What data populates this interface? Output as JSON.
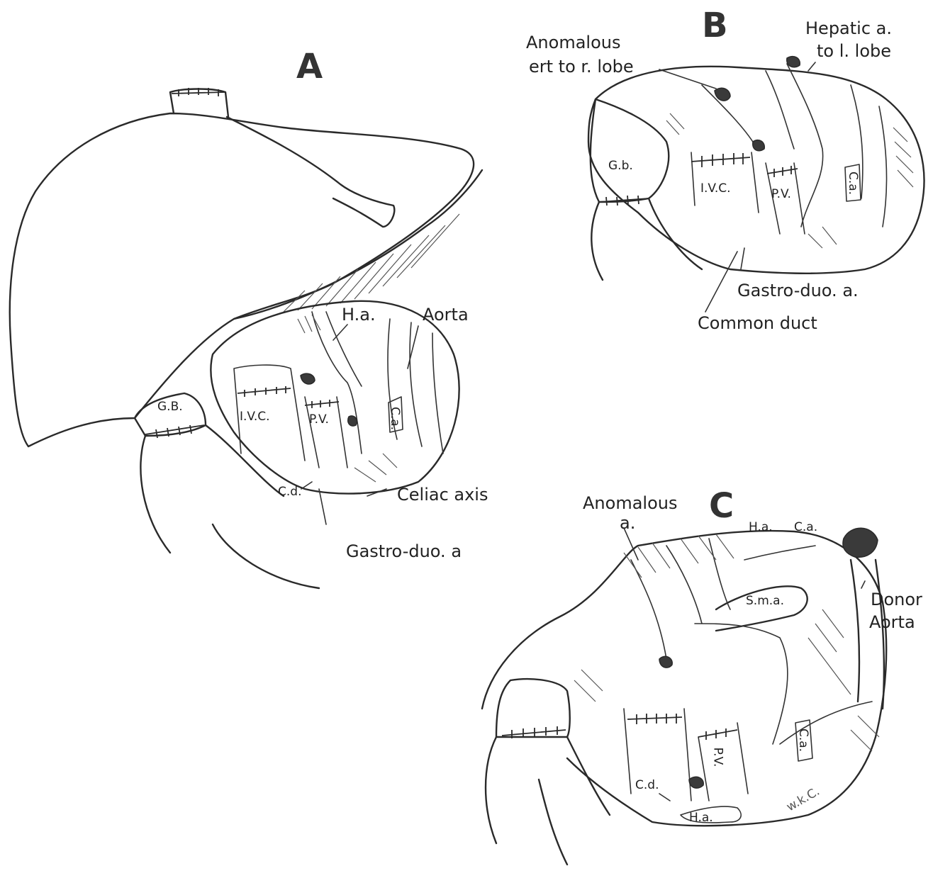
{
  "panels": {
    "a": {
      "letter": "A",
      "labels": {
        "ha": "H.a.",
        "aorta": "Aorta",
        "gb": "G.B.",
        "ivc": "I.V.C.",
        "pv": "P.V.",
        "ca": "C.a.",
        "cd": "C.d.",
        "celiac": "Celiac axis",
        "gda": "Gastro-duo. a"
      }
    },
    "b": {
      "letter": "B",
      "labels": {
        "anomalous_line1": "Anomalous",
        "anomalous_line2": "ert to r. lobe",
        "hepatic_line1": "Hepatic a.",
        "hepatic_line2": "to l. lobe",
        "gb": "G.b.",
        "ivc": "I.V.C.",
        "pv": "P.V.",
        "ca": "C.a.",
        "gda": "Gastro-duo. a.",
        "common_duct": "Common duct"
      }
    },
    "c": {
      "letter": "C",
      "labels": {
        "anomalous_line1": "Anomalous",
        "anomalous_line2": "a.",
        "ha_top": "H.a.",
        "ca_top": "C.a.",
        "sma": "S.m.a.",
        "donor_line1": "Donor",
        "donor_line2": "Aorta",
        "ca_right": "C.a.",
        "pv": "P.V.",
        "cd": "C.d.",
        "ha_bottom": "H.a.",
        "signature": "w.k.C."
      }
    }
  }
}
